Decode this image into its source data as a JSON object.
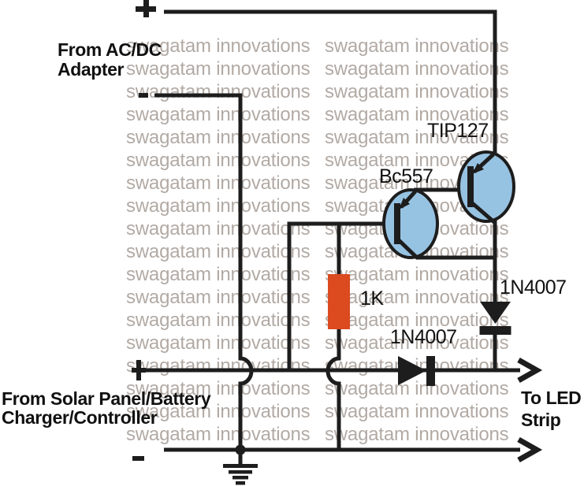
{
  "colors": {
    "wire": "#1d1d1d",
    "transistor_fill": "#97c3e3",
    "resistor_fill": "#dc4a20",
    "watermark": "#b2aaa4",
    "label": "#111111"
  },
  "watermark": {
    "text": "swagatam innovations"
  },
  "sources": {
    "ac": {
      "plus": "+",
      "minus": "-",
      "label_line1": "From AC/DC",
      "label_line2": "Adapter"
    },
    "solar": {
      "plus": "+",
      "minus": "-",
      "label_line1": "From Solar Panel/Battery",
      "label_line2": "Charger/Controller"
    }
  },
  "output": {
    "label_line1": "To LED",
    "label_line2": "Strip"
  },
  "components": {
    "q1": {
      "label": "TIP127",
      "type": "PNP transistor"
    },
    "q2": {
      "label": "Bc557",
      "type": "PNP transistor"
    },
    "r1": {
      "label": "1K",
      "type": "resistor"
    },
    "d1": {
      "label": "1N4007",
      "type": "diode"
    },
    "d2": {
      "label": "1N4007",
      "type": "diode"
    }
  }
}
